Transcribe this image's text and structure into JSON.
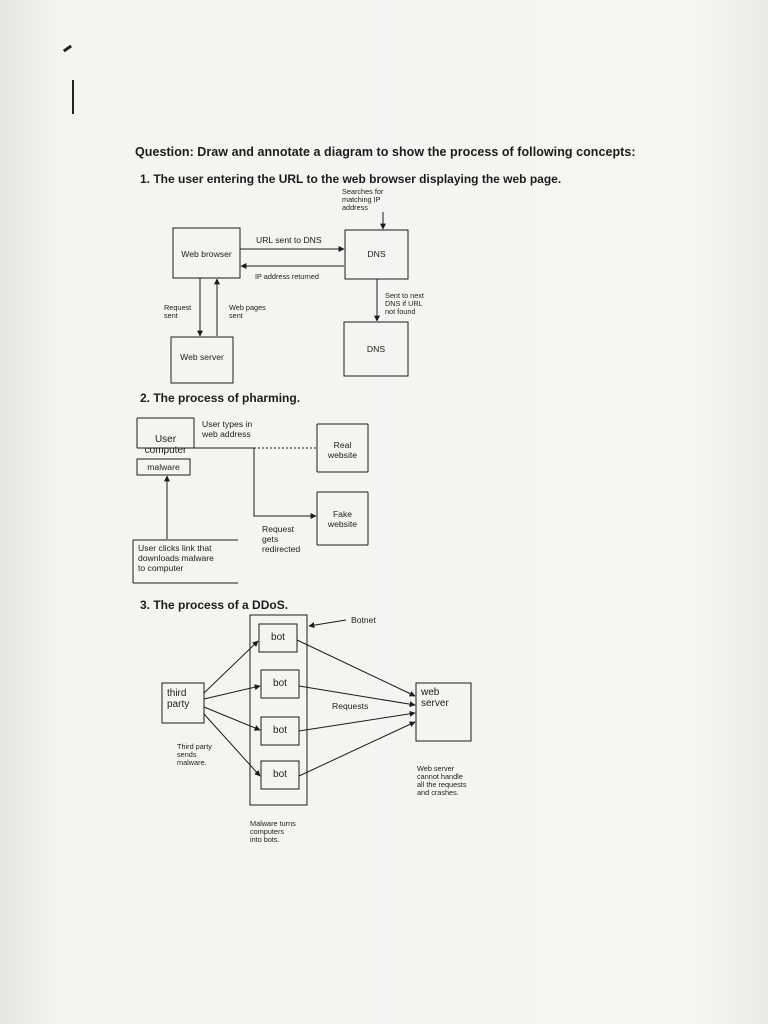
{
  "question": "Question: Draw and annotate a diagram to show the process of following concepts:",
  "section1": {
    "heading": "1.  The user entering the URL to the web browser displaying the web page.",
    "nodes": {
      "web_browser": "Web browser",
      "dns1": "DNS",
      "dns2": "DNS",
      "web_server": "Web server"
    },
    "labels": {
      "searches": "Searches for\nmatching IP\naddress",
      "url_sent": "URL sent to DNS",
      "ip_returned": "IP address returned",
      "request_sent": "Request\nsent",
      "web_pages_sent": "Web pages\nsent",
      "sent_next_dns": "Sent to next\nDNS if URL\nnot found"
    }
  },
  "section2": {
    "heading": "2.  The process of pharming.",
    "nodes": {
      "user_computer": "User\ncomputer",
      "malware": "malware",
      "real_website": "Real\nwebsite",
      "fake_website": "Fake\nwebsite",
      "user_clicks": "User clicks link that\ndownloads malware\nto computer"
    },
    "labels": {
      "user_types": "User types in\nweb address",
      "request_redirected": "Request\ngets\nredirected"
    }
  },
  "section3": {
    "heading": "3.  The process of a DDoS.",
    "nodes": {
      "bot1": "bot",
      "bot2": "bot",
      "bot3": "bot",
      "bot4": "bot",
      "third_party": "third\nparty",
      "web_server": "web\nserver"
    },
    "labels": {
      "botnet": "Botnet",
      "requests": "Requests",
      "third_party_sends": "Third party\nsends\nmalware.",
      "malware_turns": "Malware turns\ncomputers\ninto bots.",
      "server_crash": "Web server\ncannot handle\nall the requests\nand crashes."
    }
  }
}
